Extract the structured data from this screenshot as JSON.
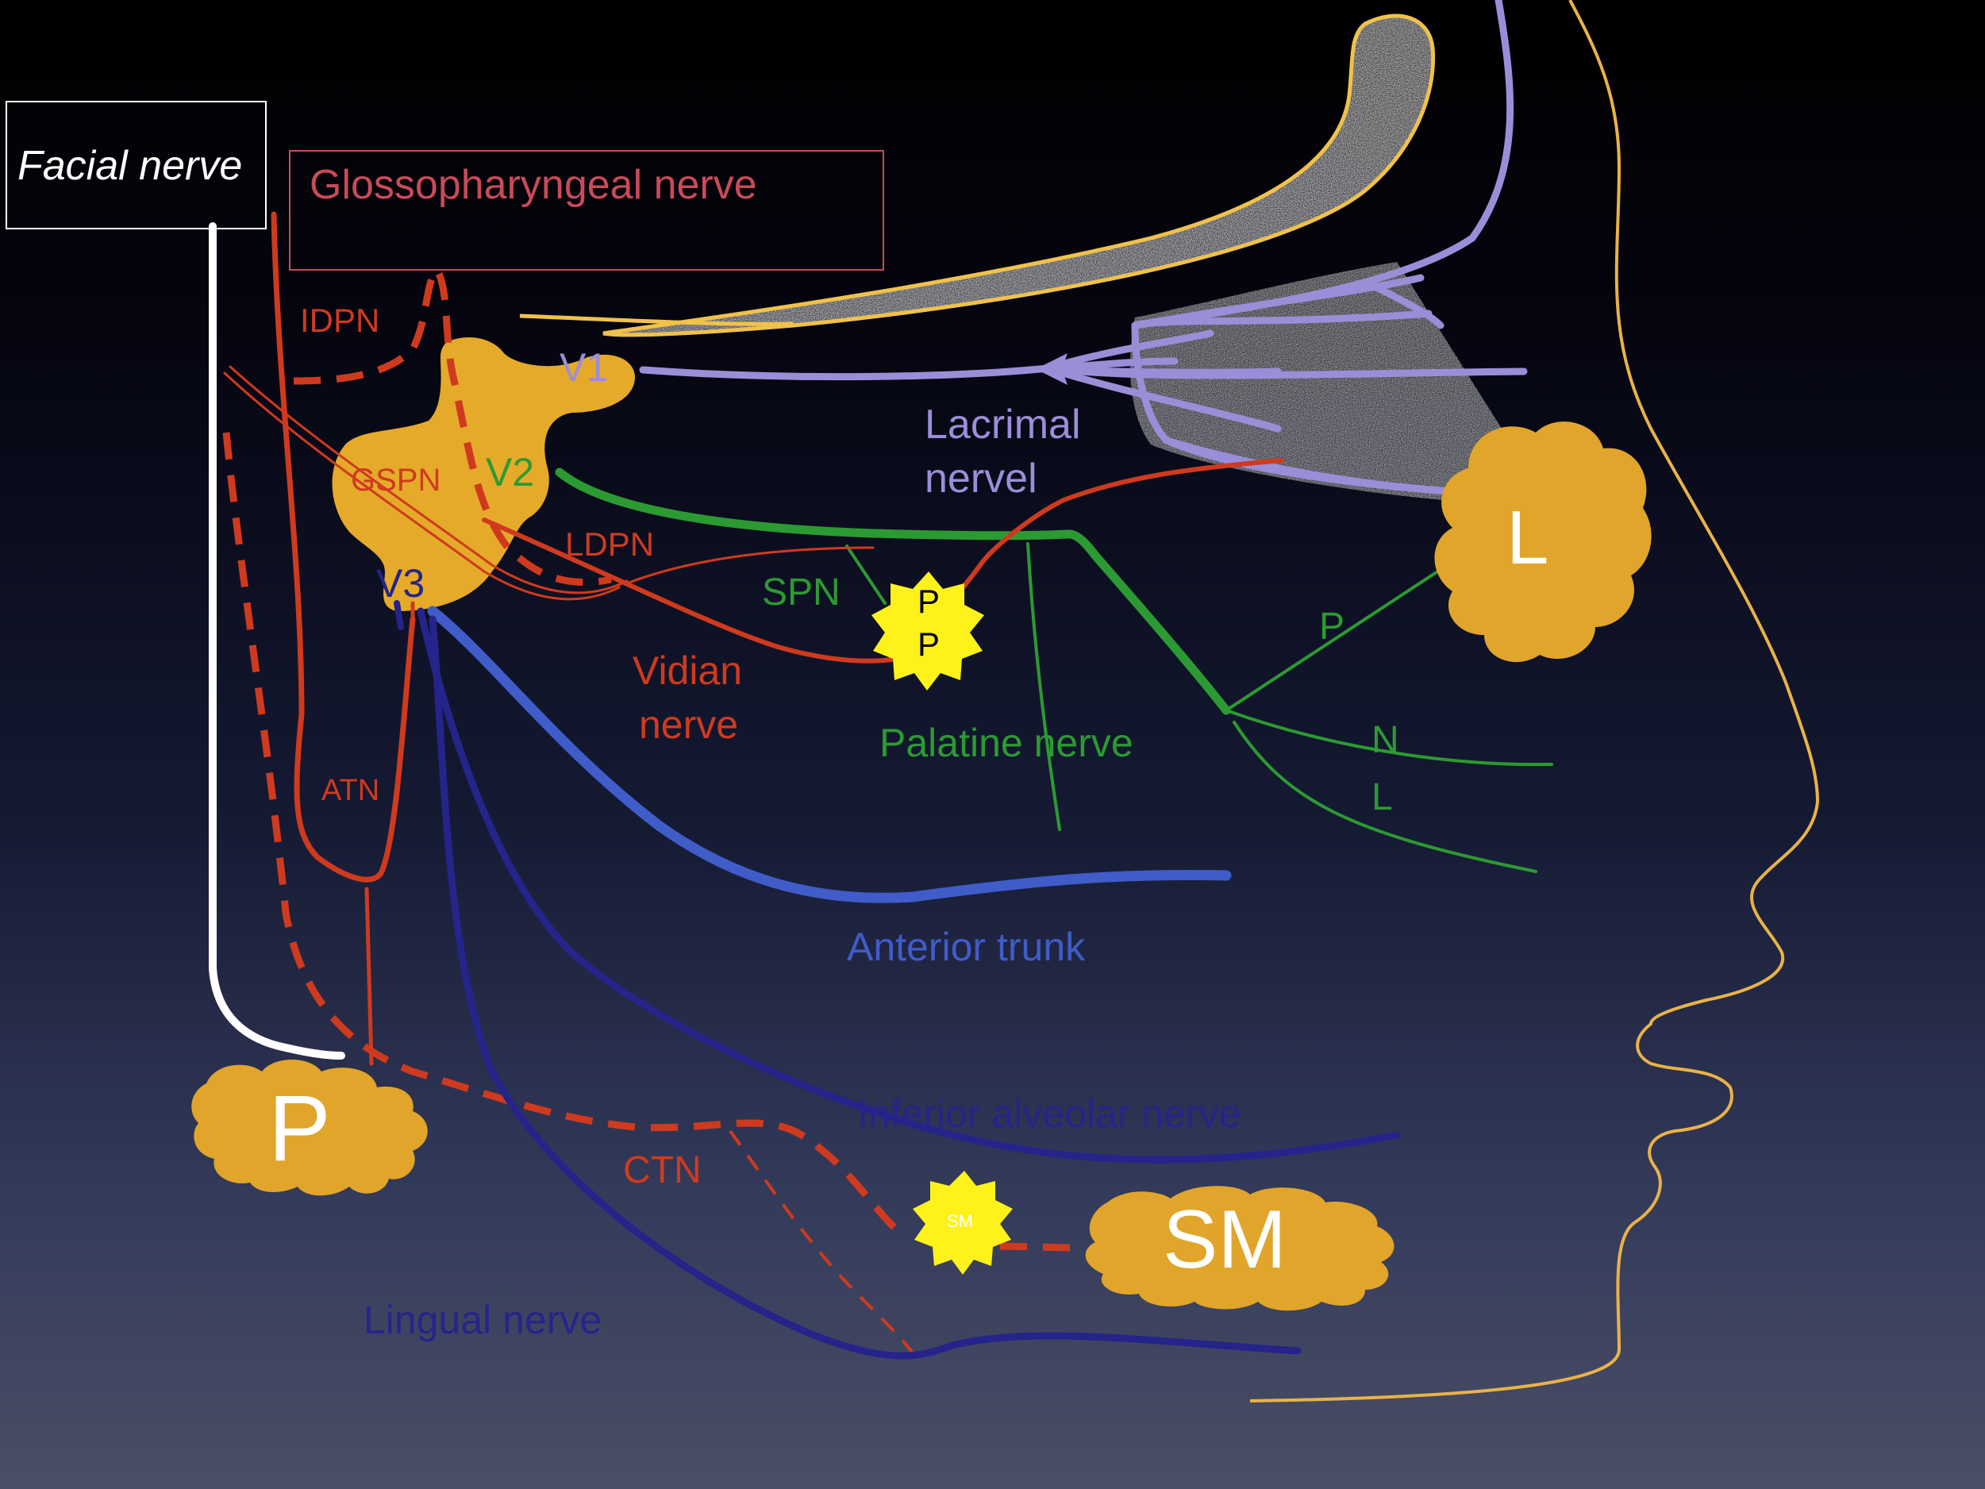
{
  "colors": {
    "facial": "#ffffff",
    "glosso": "#cf3a1e",
    "glosso_box": "#c94a5a",
    "v1": "#9b8ed8",
    "v2": "#2c9a32",
    "anterior_trunk": "#3f5cc9",
    "v3_branches": "#25248a",
    "ganglion": "#e6aa2a",
    "gland": "#e0a52a",
    "parasympathetic_ganglion": "#fff21a",
    "bone_outline": "#f0c24a",
    "face_outline": "#eab247"
  },
  "labels": {
    "facial_nerve": "Facial nerve",
    "glossopharyngeal_nerve": "Glossopharyngeal nerve",
    "idpn": "IDPN",
    "v1": "V1",
    "v2": "V2",
    "v3": "V3",
    "gspn": "GSPN",
    "ldpn": "LDPN",
    "lacrimal_line1": "Lacrimal",
    "lacrimal_line2": "nervel",
    "spn": "SPN",
    "pp_top": "P",
    "pp_bottom": "P",
    "vidian_line1": "Vidian",
    "vidian_line2": "nerve",
    "palatine_nerve": "Palatine nerve",
    "branch_p": "P",
    "branch_n": "N",
    "branch_l": "L",
    "lacrimal_gland": "L",
    "atn": "ATN",
    "anterior_trunk": "Anterior trunk",
    "parotid_gland": "P",
    "inferior_alveolar_nerve": "Inferior alveolar nerve",
    "ctn": "CTN",
    "sm_ganglion": "SM",
    "submandibular_gland": "SM",
    "lingual_nerve": "Lingual nerve"
  }
}
